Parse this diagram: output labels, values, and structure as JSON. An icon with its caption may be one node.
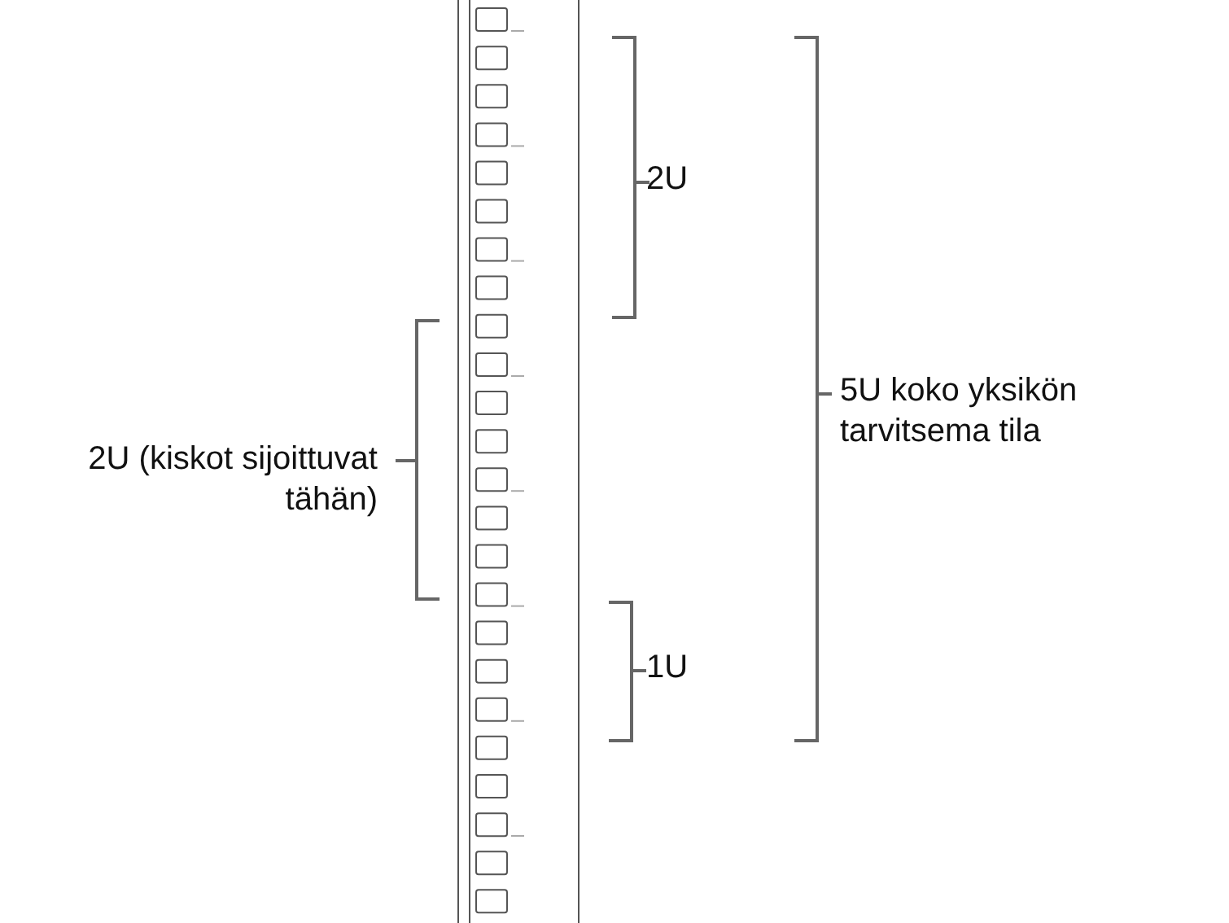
{
  "diagram": {
    "labels": [
      "2U",
      "5U koko yksikön tarvitsema tila",
      "2U (kiskot sijoittuvat tähän)",
      "1U"
    ]
  }
}
